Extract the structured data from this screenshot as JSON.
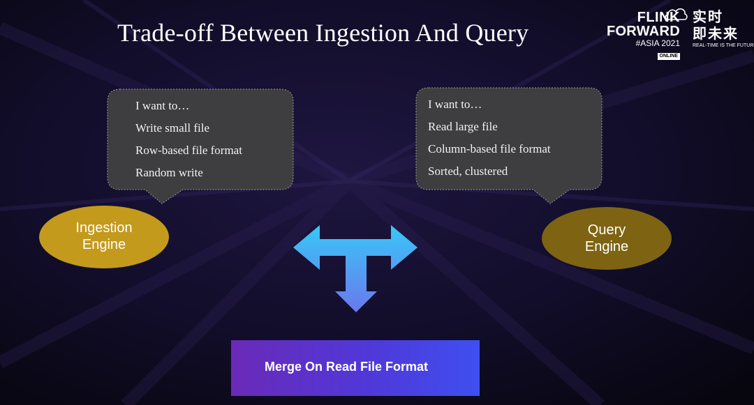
{
  "slide": {
    "title": "Trade-off Between Ingestion And Query"
  },
  "logo": {
    "line1": "FLINK",
    "line2": "FORWARD",
    "edition": "#ASIA 2021",
    "badge": "ONLINE",
    "cn_line1": "实时",
    "cn_line2": "即未来",
    "tagline": "REAL-TIME IS THE FUTURE"
  },
  "left_bubble": {
    "lines": [
      "I want to…",
      "Write small file",
      "Row-based file format",
      "Random write"
    ]
  },
  "right_bubble": {
    "lines": [
      "I want to…",
      "Read large file",
      "Column-based file format",
      "Sorted, clustered"
    ]
  },
  "ingestion_engine": {
    "line1": "Ingestion",
    "line2": "Engine"
  },
  "query_engine": {
    "line1": "Query",
    "line2": "Engine"
  },
  "merge_box": {
    "label": "Merge On Read File Format"
  },
  "colors": {
    "ingestion_fill": "#c49a1c",
    "query_fill": "#7e6412",
    "bubble_fill": "#404040",
    "arrow_top": "#38c8f8",
    "arrow_bottom": "#6a78ee"
  }
}
